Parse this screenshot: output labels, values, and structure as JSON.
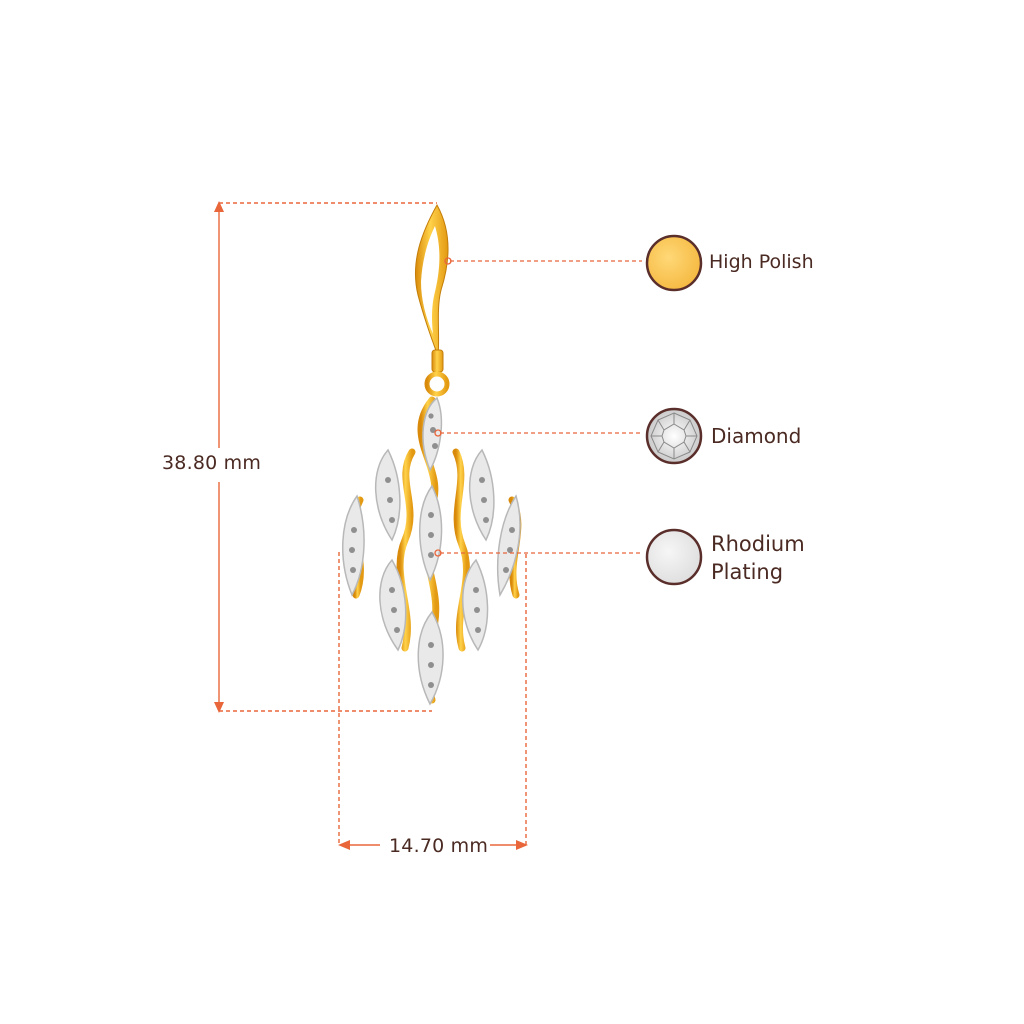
{
  "dimensions": {
    "height_label": "38.80 mm",
    "width_label": "14.70 mm"
  },
  "materials": [
    {
      "name": "High Polish",
      "icon": "gold-swatch-icon",
      "swatch_color": "#f9c456"
    },
    {
      "name": "Diamond",
      "icon": "diamond-swatch-icon",
      "swatch_color": "#e8e8e8"
    },
    {
      "name": "Rhodium Plating",
      "icon": "rhodium-swatch-icon",
      "swatch_color": "#e6e6e6"
    }
  ],
  "colors": {
    "dimension_line": "#e8663a",
    "leader_line": "#e8663a",
    "label_text": "#4a2a22",
    "swatch_border": "#5a2e2a",
    "gold": "#f5b41c",
    "gold_dark": "#d98a0a"
  }
}
